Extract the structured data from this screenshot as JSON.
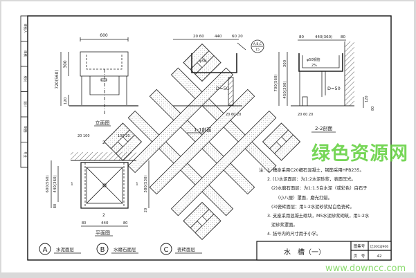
{
  "side_strip": [
    "审批人",
    "审核",
    "校对",
    "设计",
    "制图",
    "专业"
  ],
  "elevation": {
    "title": "立面图",
    "width": "600",
    "height": "720(560)",
    "upper": "300",
    "lower": "120"
  },
  "section_1": {
    "title": "1-1剖面",
    "dims_top": [
      "20 60",
      "440",
      "60 20"
    ],
    "thickness": "D=50",
    "dims_bottom": "20 60 20",
    "callout_top": "A,B,C",
    "callout_bottom": "15",
    "pipe": "φ50"
  },
  "section_2": {
    "title": "2-2剖面",
    "dims_top": [
      "80",
      "440(360)",
      "80"
    ],
    "height": "700(560)",
    "upper": "300",
    "lower": "450(300)",
    "pipe": "φ50钢管",
    "slope": "2%",
    "thickness": "D=50",
    "dims_bottom": "20 60 20",
    "right_dims": [
      "120",
      "80"
    ]
  },
  "plan": {
    "title": "平面图",
    "dims_top_left": "20 100",
    "dims_top_right": "100 20",
    "cut_1": "1",
    "cut_2": "2",
    "left_total": "600(560)",
    "left_mid": "440(360)",
    "left_end": "80",
    "right_total": "580(530)",
    "right_end": "20",
    "bottom": [
      "80",
      "440",
      "80"
    ]
  },
  "legend": [
    {
      "letter": "A",
      "label": "水泥面层"
    },
    {
      "letter": "B",
      "label": "水磨石面层"
    },
    {
      "letter": "C",
      "label": "瓷砖面层"
    }
  ],
  "notes": {
    "heading": "注:",
    "lines": [
      "1. 槽身采用C20细石混凝土，钢筋采用HPB235。",
      "2. (1)水泥面层：为1:2水泥砂浆，表面压光。",
      "   (2)水磨石面层：为1:1.5白水泥（或彩色）白石子",
      "      （小八厘）罩面，磨光打蜡。",
      "   (3)瓷砖面层：用1:2水泥砂浆贴白色瓷砖。",
      "3. 支座采用混凝土砌块，M5水泥砂浆砌筑，用1:2水",
      "   泥砂浆罩面。",
      "4. 括号内的尺寸用于小学。"
    ]
  },
  "title_block": {
    "title": "水　槽（一）",
    "atlas_label": "图集号",
    "atlas_value": "辽2002J906",
    "page_label": "页　号",
    "page_value": "42"
  },
  "watermark": {
    "brand": "绿色资源网",
    "url": "www.downcc.com",
    "color": "#5fcf3a"
  }
}
